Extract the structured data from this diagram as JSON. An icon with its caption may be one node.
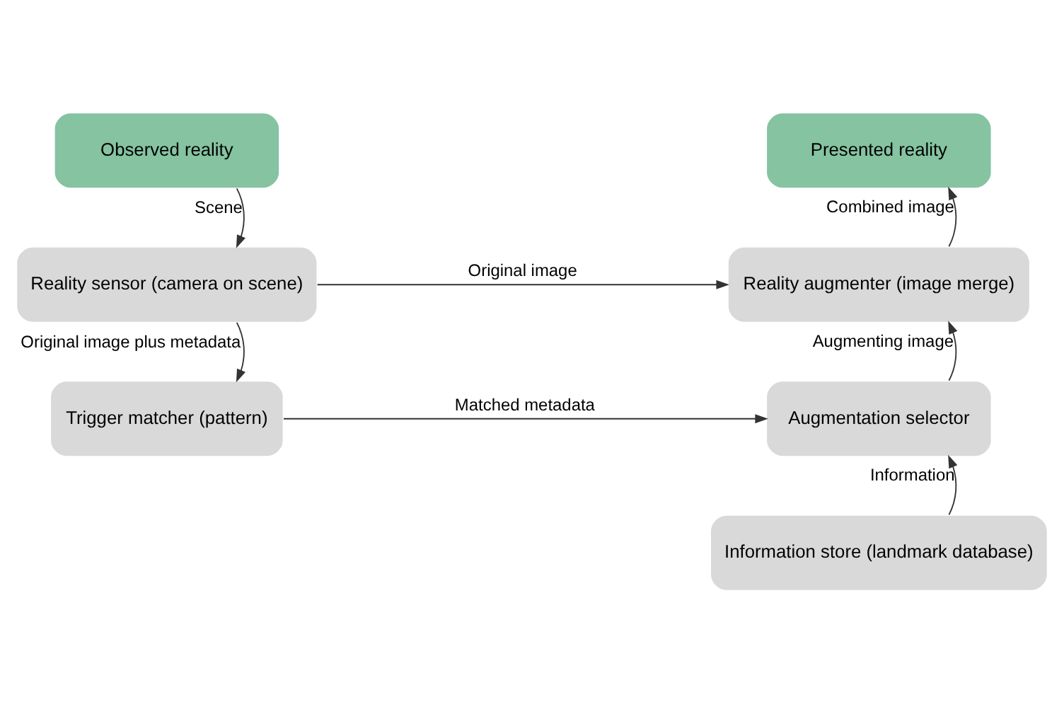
{
  "diagram": {
    "nodes": [
      {
        "text": [
          "Observed reality"
        ]
      },
      {
        "text": [
          "Presented reality"
        ]
      },
      {
        "text": [
          "Reality sensor (camera on scene)"
        ]
      },
      {
        "text": [
          "Reality augmenter (image merge)"
        ]
      },
      {
        "text": [
          "Trigger matcher (pattern)"
        ]
      },
      {
        "text": [
          "Augmentation selector"
        ]
      },
      {
        "text": [
          "Information store (landmark database)"
        ]
      }
    ],
    "edges": [
      {
        "from": 0,
        "to": 2,
        "arrow": "to",
        "label": "Scene"
      },
      {
        "from": 2,
        "to": 3,
        "arrow": "to",
        "label": "Original image"
      },
      {
        "from": 3,
        "to": 1,
        "arrow": "to",
        "label": "Combined image"
      },
      {
        "from": 2,
        "to": 4,
        "arrow": "to",
        "label": "Original image plus metadata"
      },
      {
        "from": 4,
        "to": 5,
        "arrow": "to",
        "label": "Matched metadata"
      },
      {
        "from": 5,
        "to": 3,
        "arrow": "to",
        "label": "Augmenting image"
      },
      {
        "from": 6,
        "to": 5,
        "arrow": "to",
        "label": "Information"
      }
    ]
  }
}
